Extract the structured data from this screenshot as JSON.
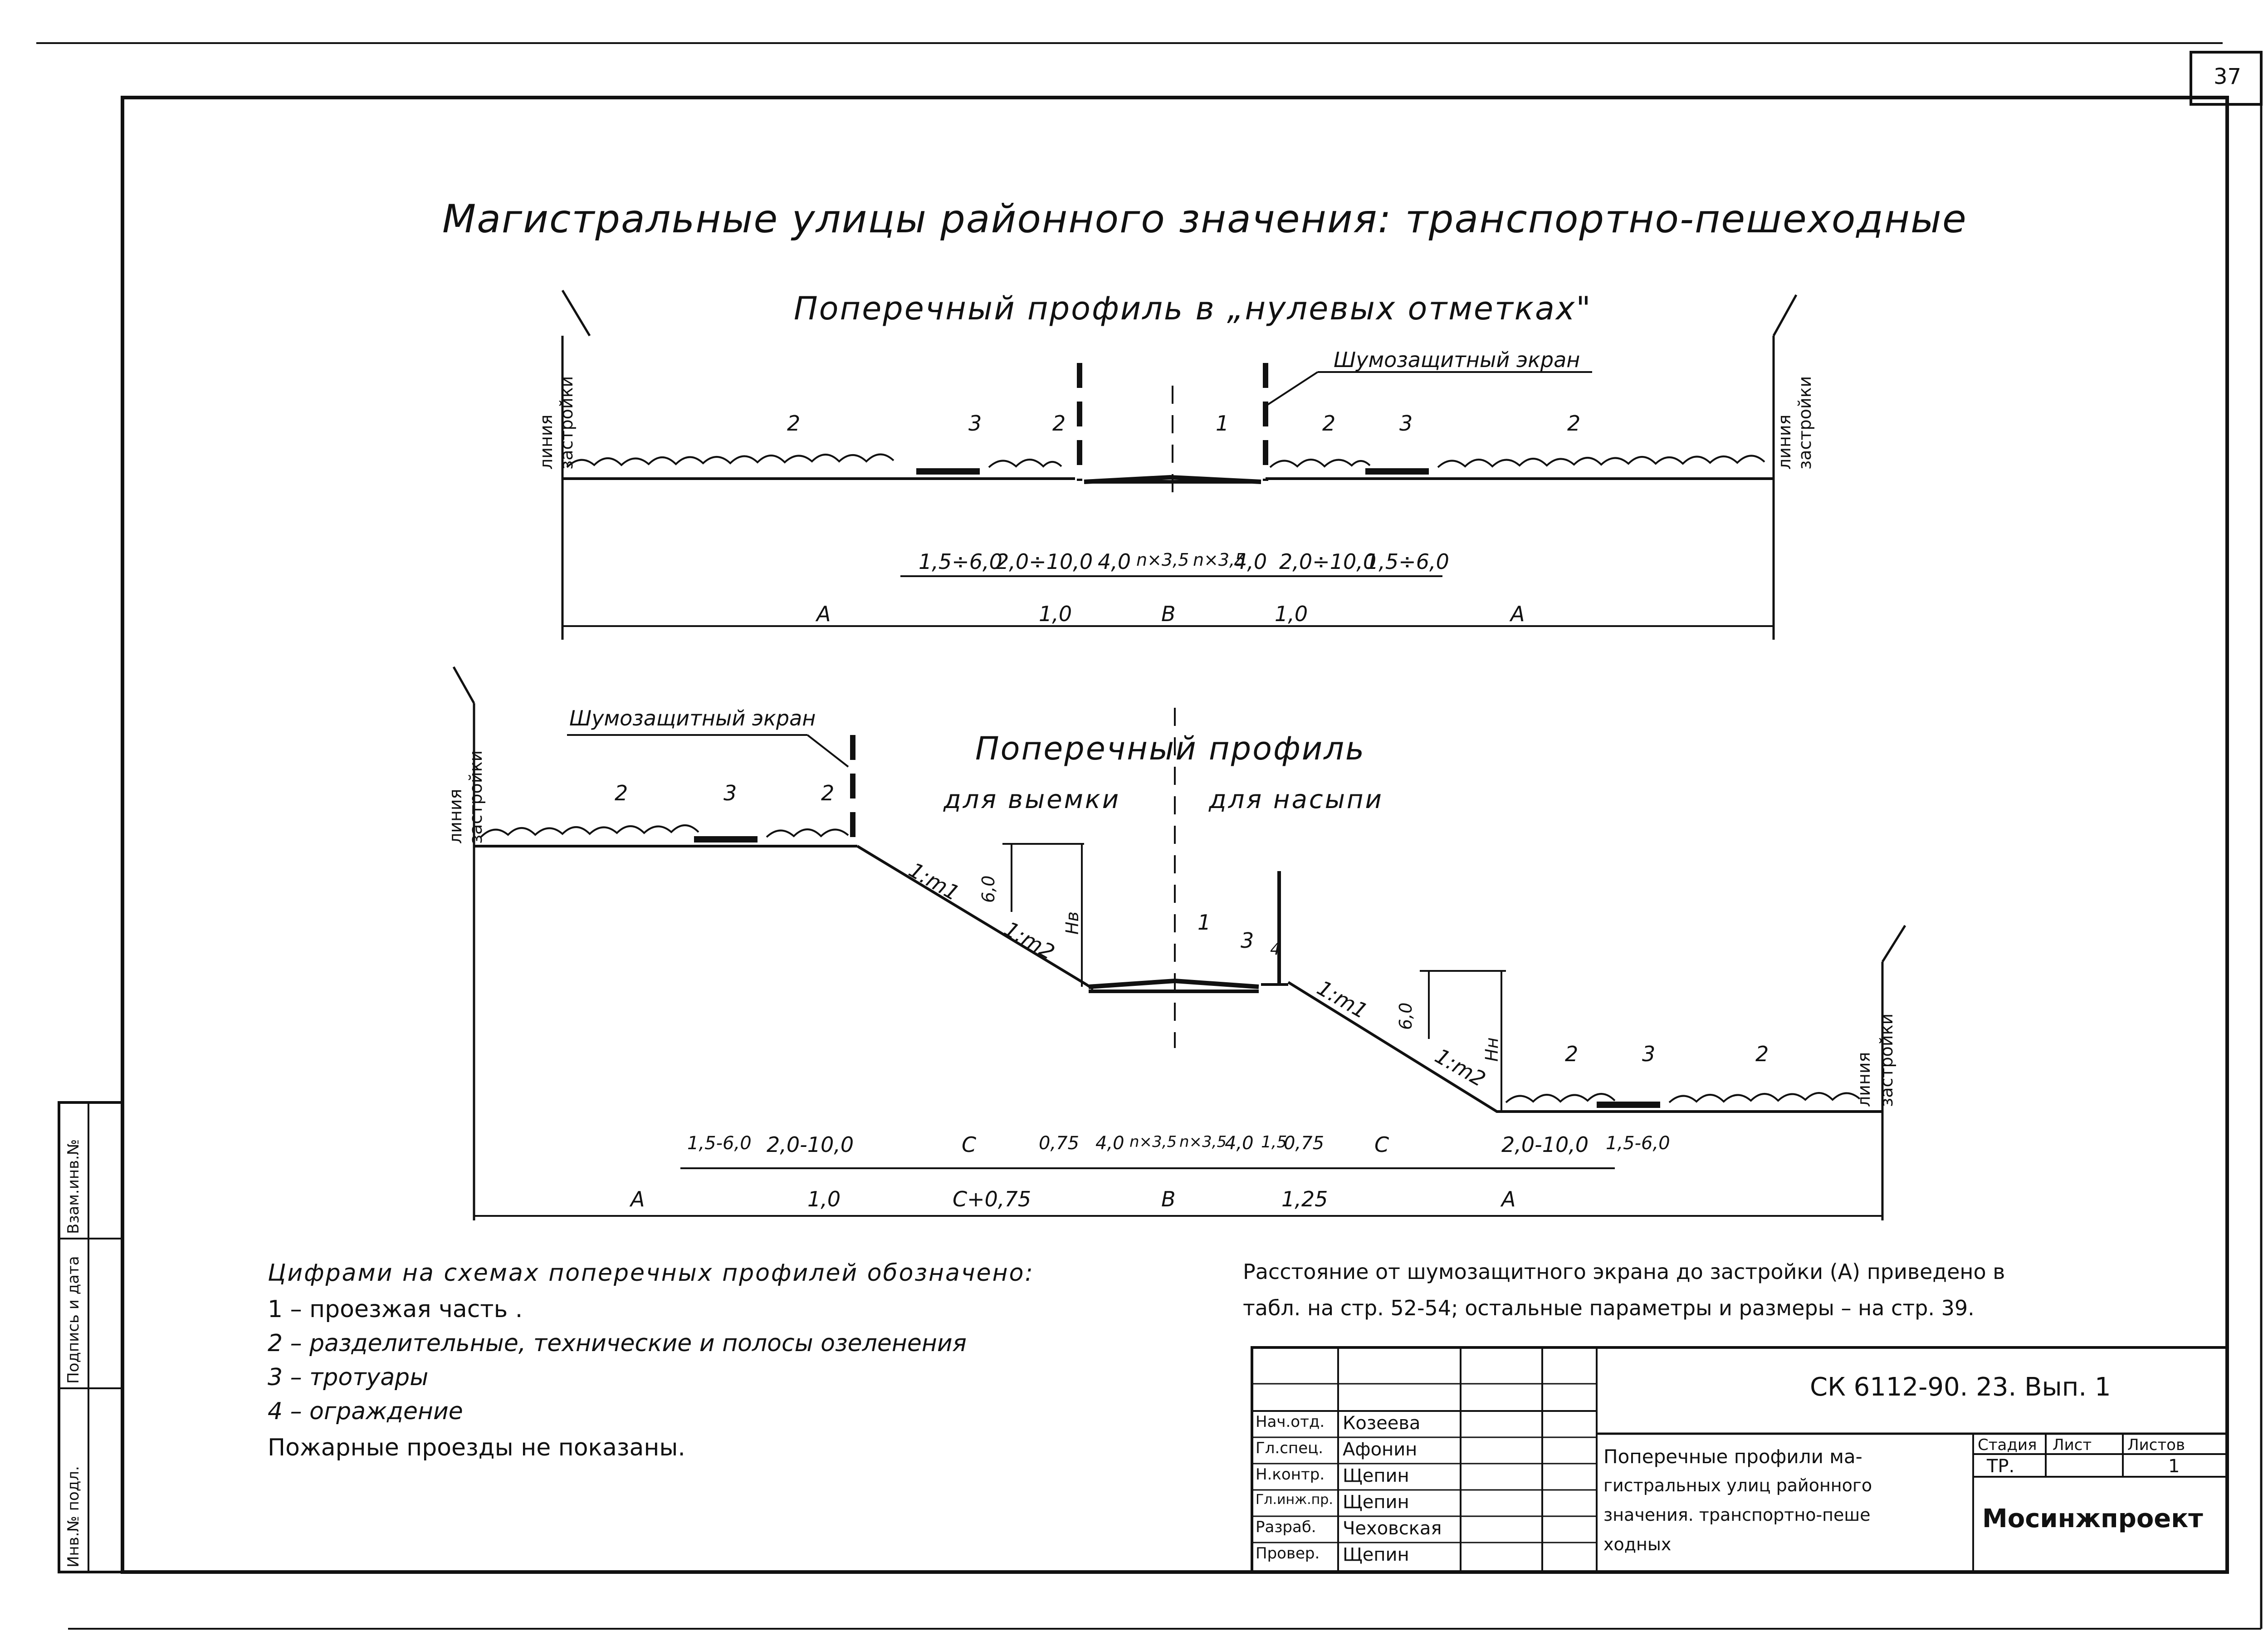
{
  "sheet_number": "37",
  "title": "Магистральные улицы районного значения: транспортно-пешеходные",
  "profile1": {
    "title": "Поперечный профиль в „нулевых отметках\"",
    "edge_label_1": "линия",
    "edge_label_2": "застройки",
    "screen_label": "Шумозащитный экран",
    "element_numbers": [
      "2",
      "3",
      "2",
      "1",
      "2",
      "3",
      "2"
    ],
    "dims_top": [
      "1,5÷6,0",
      "2,0÷10,0",
      "4,0",
      "n×3,5",
      "n×3,5",
      "4,0",
      "2,0÷10,0",
      "1,5÷6,0"
    ],
    "dims_bottom": [
      "A",
      "1,0",
      "B",
      "1,0",
      "A"
    ]
  },
  "profile2": {
    "title": "Поперечный профиль",
    "left_caption": "для выемки",
    "right_caption": "для насыпи",
    "edge_label_1": "линия",
    "edge_label_2": "застройки",
    "screen_label": "Шумозащитный экран",
    "slope_labels": [
      "1:m1",
      "1:m2",
      "1:m1",
      "1:m2"
    ],
    "height_labels": [
      "6,0",
      "Hв",
      "6,0",
      "Hн"
    ],
    "element_numbers_left": [
      "2",
      "3",
      "2"
    ],
    "element_numbers_mid": [
      "1",
      "3",
      "4"
    ],
    "element_numbers_right": [
      "2",
      "3",
      "2"
    ],
    "dims_top": [
      "1,5-6,0",
      "2,0-10,0",
      "C",
      "0,75",
      "4,0",
      "n×3,5",
      "n×3,5",
      "4,0",
      "1,5",
      "0,75",
      "C",
      "2,0-10,0",
      "1,5-6,0"
    ],
    "dims_bottom": [
      "A",
      "1,0",
      "C+0,75",
      "B",
      "1,25",
      "A"
    ]
  },
  "legend": {
    "heading": "Цифрами на схемах поперечных профилей обозначено:",
    "items": [
      "1 – проезжая часть .",
      "2 – разделительные, технические и полосы озеленения",
      "3 – тротуары",
      "4 – ограждение"
    ],
    "footer": "Пожарные проезды не показаны."
  },
  "note": {
    "line1": "Расстояние от шумозащитного экрана до застройки (А) приведено в",
    "line2": "табл. на стр. 52-54; остальные параметры и размеры – на стр. 39."
  },
  "side_stamp": [
    "Инв.№ подл.",
    "Подпись и дата",
    "Взам.инв.№"
  ],
  "title_block": {
    "code": "СК 6112-90. 23. Вып. 1",
    "roles": [
      "Нач.отд.",
      "Гл.спец.",
      "Н.контр.",
      "Гл.инж.пр.",
      "Разраб.",
      "Провер."
    ],
    "names": [
      "Козеева",
      "Афонин",
      "Щепин",
      "Щепин",
      "Чеховская",
      "Щепин"
    ],
    "description": [
      "Поперечные профили ма-",
      "гистральных улиц районного",
      "значения. транспортно-пеше",
      "ходных"
    ],
    "stage_label": "Стадия",
    "sheet_label": "Лист",
    "sheets_label": "Листов",
    "stage_value": "ТР.",
    "sheets_value": "1",
    "organization": "Мосинжпроект"
  }
}
